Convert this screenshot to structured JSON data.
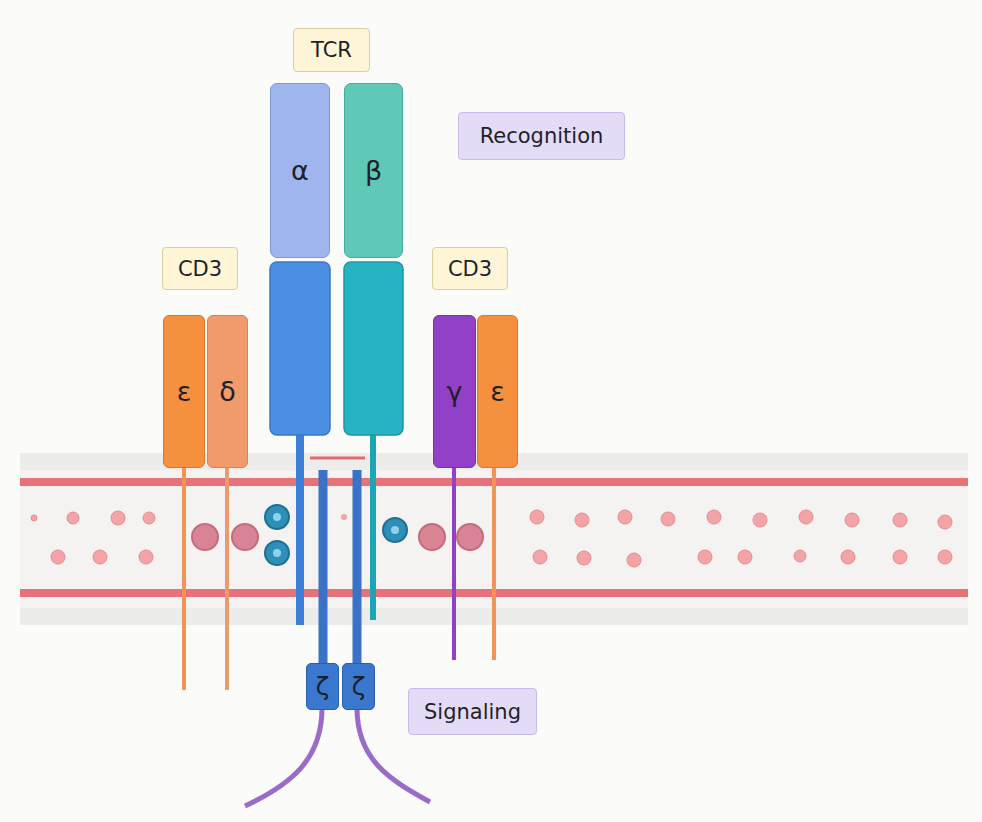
{
  "diagram": {
    "nodes": [
      {
        "text": [
          "TCR"
        ]
      },
      {
        "text": [
          "Recognition"
        ]
      },
      {
        "text": [
          "α"
        ]
      },
      {
        "text": [
          "β"
        ]
      },
      {
        "text": [
          "CD3"
        ]
      },
      {
        "text": [
          "CD3"
        ]
      },
      {
        "text": [
          "ε"
        ]
      },
      {
        "text": [
          "δ"
        ]
      },
      {
        "text": [
          "γ"
        ]
      },
      {
        "text": [
          "ε"
        ]
      },
      {
        "text": [
          "ζ"
        ]
      },
      {
        "text": [
          "ζ"
        ]
      },
      {
        "text": [
          "Signaling"
        ]
      }
    ]
  }
}
